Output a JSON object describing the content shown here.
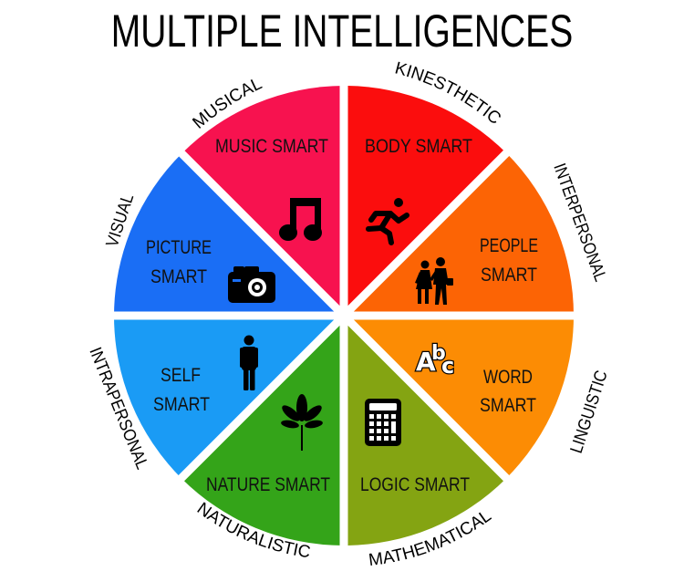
{
  "title": "MULTIPLE INTELLIGENCES",
  "colors": {
    "musical": "#f7124f",
    "kinesthetic": "#fb0d0d",
    "interpersonal": "#fc6405",
    "linguistic": "#fc8c04",
    "mathematical": "#84a412",
    "naturalistic": "#34a419",
    "intrapersonal": "#1a9bf5",
    "visual": "#1a6ef5",
    "divider": "#ffffff"
  },
  "segments": [
    {
      "id": "musical",
      "outer_label": "MUSICAL",
      "line1": "MUSIC SMART",
      "line2": "",
      "icon": "music-note-icon"
    },
    {
      "id": "kinesthetic",
      "outer_label": "KINESTHETIC",
      "line1": "BODY SMART",
      "line2": "",
      "icon": "running-person-icon"
    },
    {
      "id": "interpersonal",
      "outer_label": "INTERPERSONAL",
      "line1": "PEOPLE",
      "line2": "SMART",
      "icon": "two-people-walking-icon"
    },
    {
      "id": "linguistic",
      "outer_label": "LINGUISTIC",
      "line1": "WORD",
      "line2": "SMART",
      "icon": "abc-letters-icon"
    },
    {
      "id": "mathematical",
      "outer_label": "MATHEMATICAL",
      "line1": "LOGIC SMART",
      "line2": "",
      "icon": "calculator-icon"
    },
    {
      "id": "naturalistic",
      "outer_label": "NATURALISTIC",
      "line1": "NATURE SMART",
      "line2": "",
      "icon": "leaf-icon"
    },
    {
      "id": "intrapersonal",
      "outer_label": "INTRAPERSONAL",
      "line1": "SELF",
      "line2": "SMART",
      "icon": "standing-person-icon"
    },
    {
      "id": "visual",
      "outer_label": "VISUAL",
      "line1": "PICTURE",
      "line2": "SMART",
      "icon": "camera-icon"
    }
  ],
  "icon_text": {
    "abc": [
      "A",
      "b",
      "c"
    ]
  }
}
